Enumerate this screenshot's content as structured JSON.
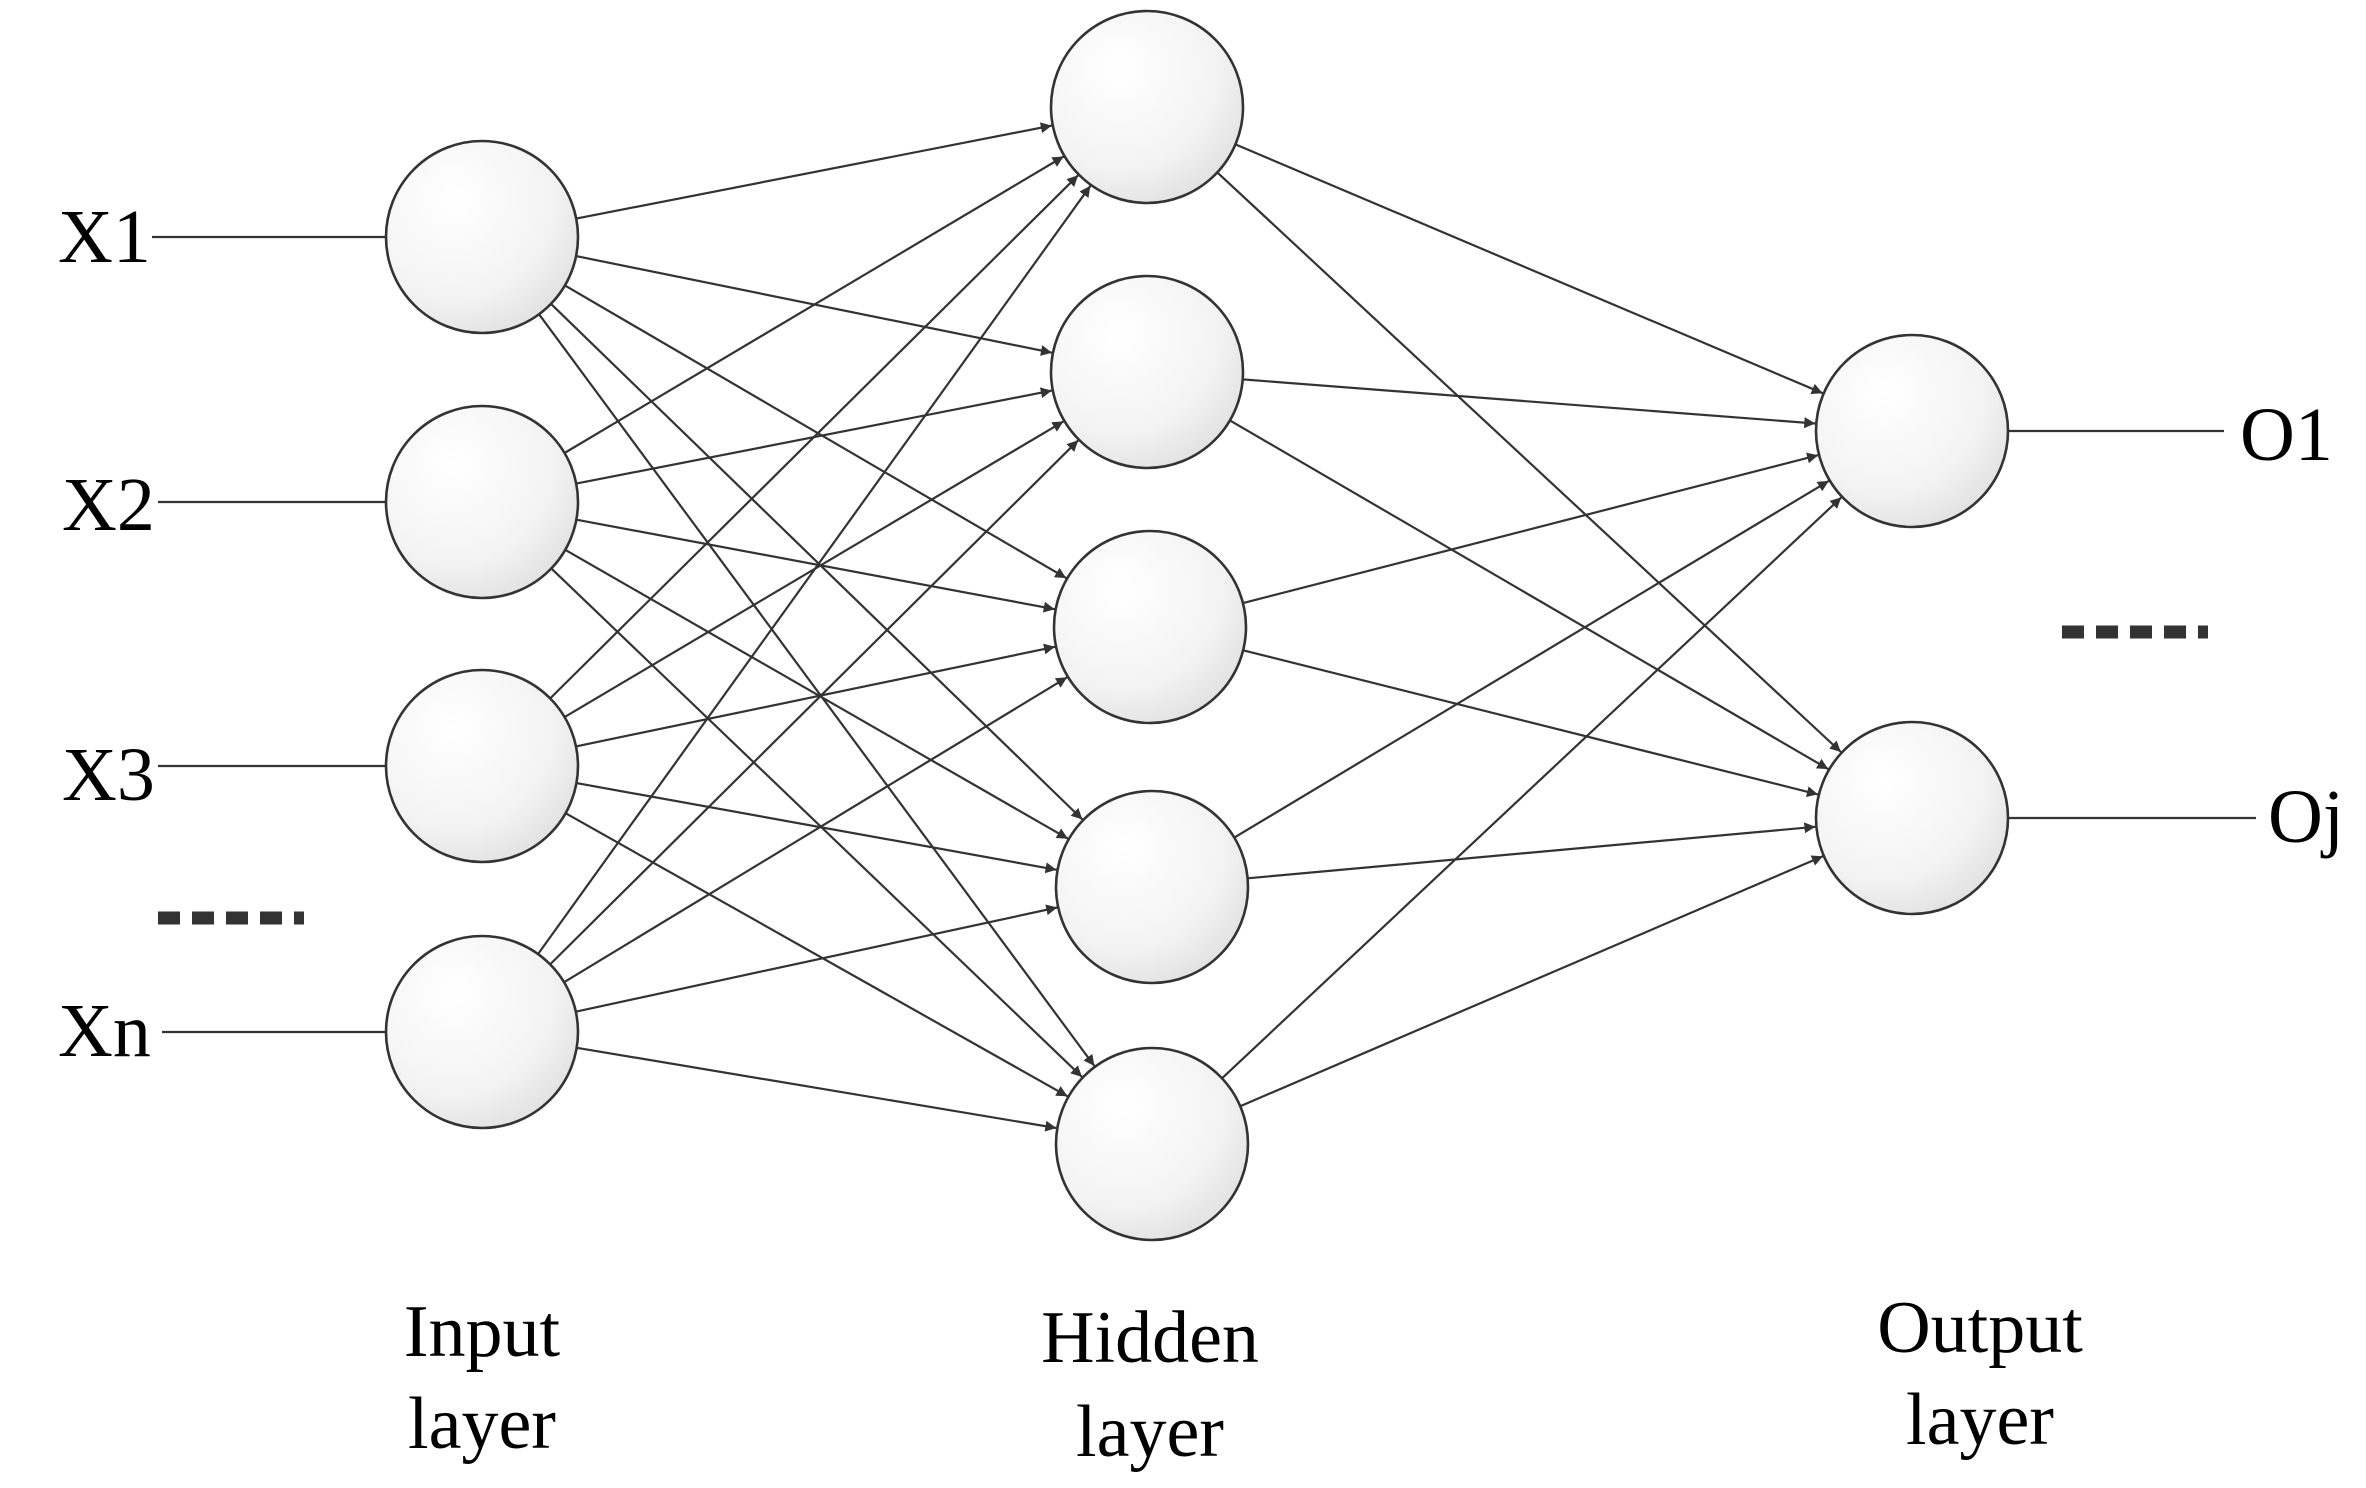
{
  "diagram": {
    "inputs": [
      {
        "id": "x1",
        "label": "X1"
      },
      {
        "id": "x2",
        "label": "X2"
      },
      {
        "id": "x3",
        "label": "X3"
      },
      {
        "id": "xn",
        "label": "Xn"
      }
    ],
    "hidden_count": 5,
    "outputs": [
      {
        "id": "o1",
        "label": "O1"
      },
      {
        "id": "oj",
        "label": "Oj"
      }
    ],
    "layers": {
      "input": [
        "Input",
        "layer"
      ],
      "hidden": [
        "Hidden",
        "layer"
      ],
      "output": [
        "Output",
        "layer"
      ]
    },
    "connectivity": "fully-connected",
    "ellipsis_markers": [
      "between X3 and Xn",
      "between O1 and Oj"
    ]
  }
}
